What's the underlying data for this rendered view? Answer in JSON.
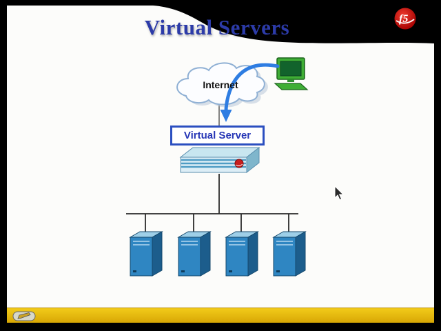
{
  "slide": {
    "title": "Virtual Servers"
  },
  "brand": {
    "logo_text": "f5"
  },
  "diagram": {
    "internet_label": "Internet",
    "virtual_server_label": "Virtual Server",
    "pool_server_count": 4
  },
  "colors": {
    "title_blue": "#2c3ba8",
    "label_blue": "#2636b6",
    "box_border_blue": "#2b4fc0",
    "arrow_blue": "#2e7de2",
    "server_front_blue": "#2f86c2",
    "computer_green": "#3fae35",
    "toolbar_yellow": "#edc22e",
    "brand_red": "#c40000"
  }
}
